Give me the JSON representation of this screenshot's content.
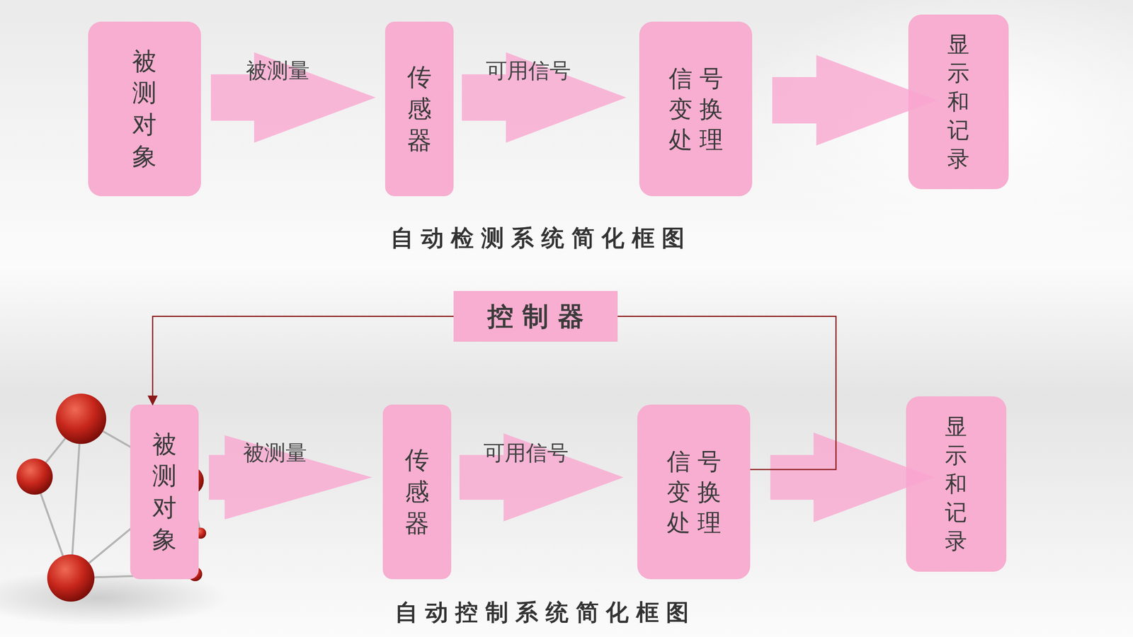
{
  "diagram": {
    "nodes": [
      {
        "text": [
          "被测对象"
        ]
      },
      {
        "text": [
          "传感器"
        ]
      },
      {
        "text": [
          "信号变换处理"
        ]
      },
      {
        "text": [
          "显示和记录"
        ]
      },
      {
        "text": [
          "控制器"
        ]
      },
      {
        "text": [
          "被测对象"
        ]
      },
      {
        "text": [
          "传感器"
        ]
      },
      {
        "text": [
          "信号变换处理"
        ]
      },
      {
        "text": [
          "显示和记录"
        ]
      }
    ],
    "edges": [
      {
        "from": 0,
        "to": 1,
        "label": "被测量",
        "arrow": "to"
      },
      {
        "from": 1,
        "to": 2,
        "label": "可用信号",
        "arrow": "to"
      },
      {
        "from": 2,
        "to": 3,
        "arrow": "to"
      },
      {
        "from": 5,
        "to": 6,
        "label": "被测量",
        "arrow": "to"
      },
      {
        "from": 6,
        "to": 7,
        "label": "可用信号",
        "arrow": "to"
      },
      {
        "from": 7,
        "to": 8,
        "arrow": "to"
      },
      {
        "from": 7,
        "to": 4,
        "arrow": "none"
      },
      {
        "from": 4,
        "to": 5,
        "arrow": "to"
      }
    ],
    "labels": [
      "自动检测系统简化框图",
      "自动控制系统简化框图"
    ]
  }
}
